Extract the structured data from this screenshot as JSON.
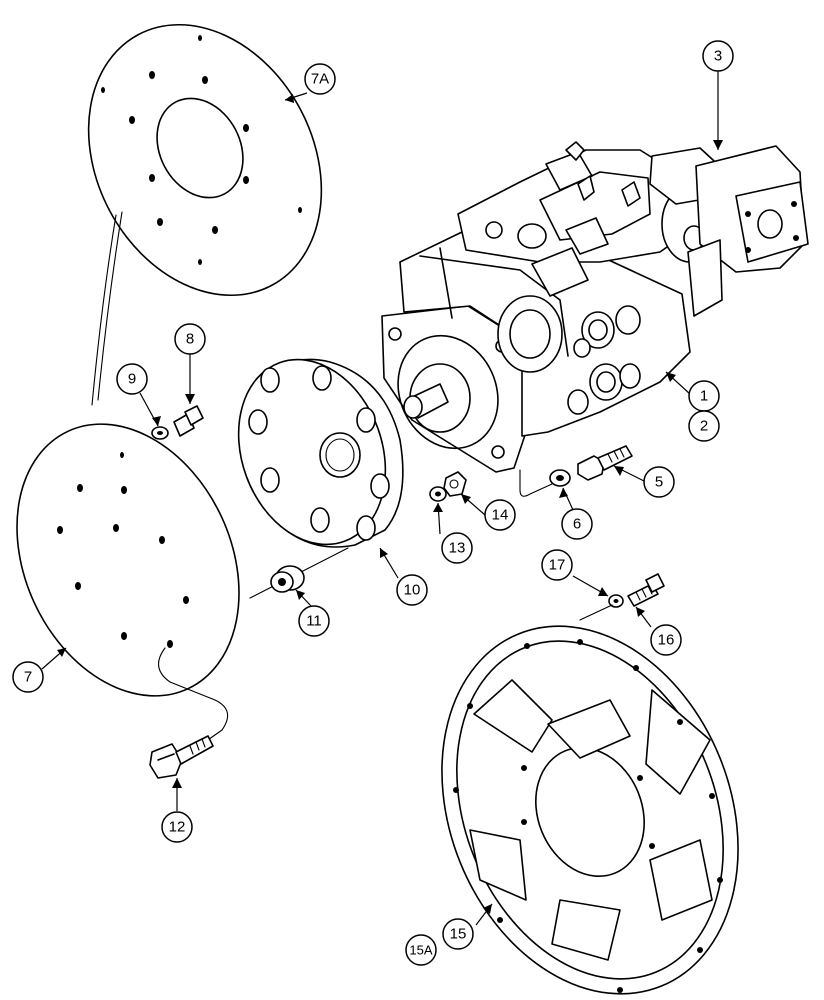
{
  "callouts": [
    {
      "id": "1",
      "label": "1"
    },
    {
      "id": "2",
      "label": "2"
    },
    {
      "id": "3",
      "label": "3"
    },
    {
      "id": "5",
      "label": "5"
    },
    {
      "id": "6",
      "label": "6"
    },
    {
      "id": "7",
      "label": "7"
    },
    {
      "id": "7A",
      "label": "7A"
    },
    {
      "id": "8",
      "label": "8"
    },
    {
      "id": "9",
      "label": "9"
    },
    {
      "id": "10",
      "label": "10"
    },
    {
      "id": "11",
      "label": "11"
    },
    {
      "id": "12",
      "label": "12"
    },
    {
      "id": "13",
      "label": "13"
    },
    {
      "id": "14",
      "label": "14"
    },
    {
      "id": "15",
      "label": "15"
    },
    {
      "id": "15A",
      "label": "15A"
    },
    {
      "id": "16",
      "label": "16"
    },
    {
      "id": "17",
      "label": "17"
    }
  ]
}
